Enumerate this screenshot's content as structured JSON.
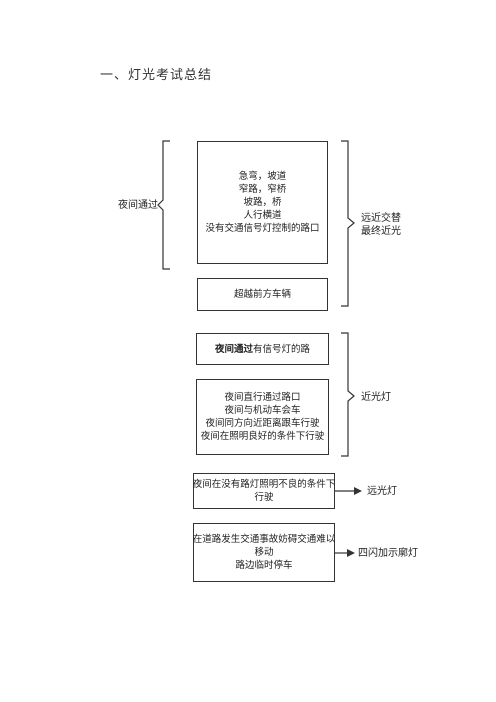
{
  "title": "一、灯光考试总结",
  "night_pass_label": "夜间通过",
  "group1": {
    "items": [
      "急弯，坡道",
      "窄路，窄桥",
      "坡路，桥",
      "人行横道",
      "没有交通信号灯控制的路口"
    ],
    "overtake": "超越前方车辆",
    "result_line1": "远近交替",
    "result_line2": "最终近光"
  },
  "group2": {
    "signal_bold": "夜间通过",
    "signal_rest": "有信号灯的路",
    "items": [
      "夜间直行通过路口",
      "夜间与机动车会车",
      "夜间同方向近距离跟车行驶",
      "夜间在照明良好的条件下行驶"
    ],
    "result": "近光灯"
  },
  "group3": {
    "line1": "夜间在没有路灯照明不良的条件下",
    "line2": "行驶",
    "result": "远光灯"
  },
  "group4": {
    "line1": "在道路发生交通事故妨碍交通难以",
    "line2": "移动",
    "line3": "路边临时停车",
    "result": "四闪加示廓灯"
  }
}
